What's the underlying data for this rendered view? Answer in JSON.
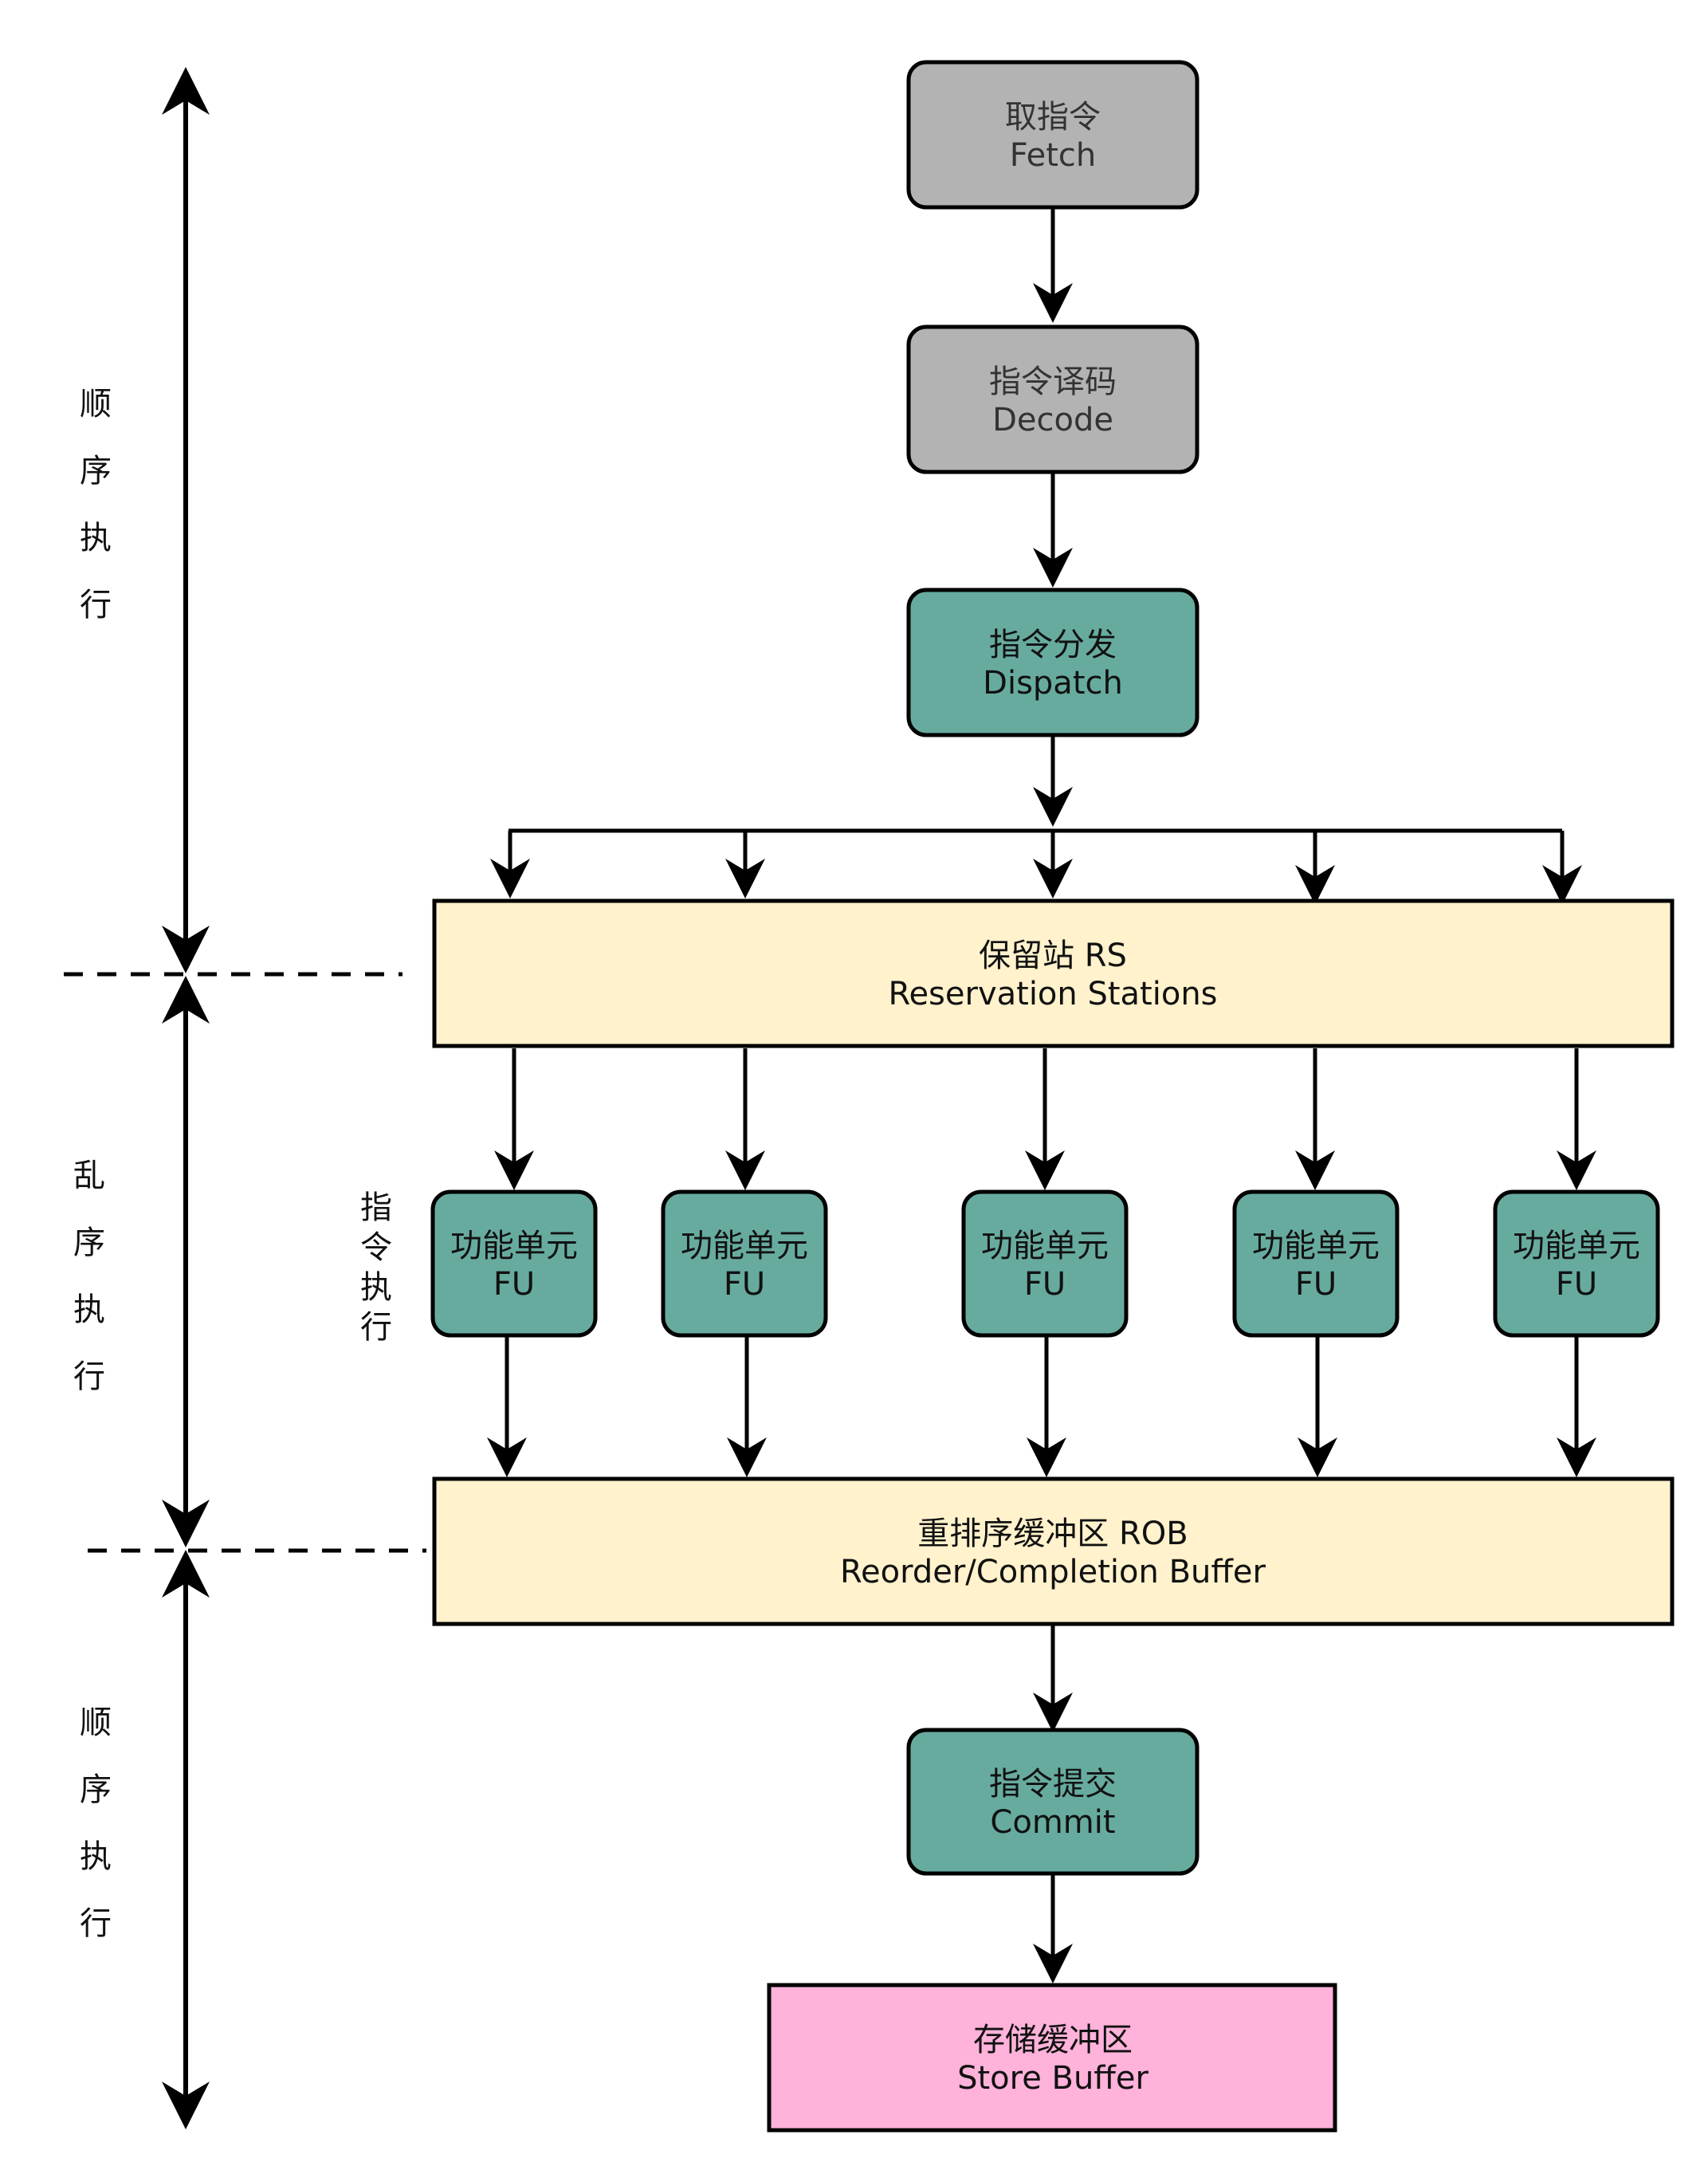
{
  "colors": {
    "grey_box": "#b3b3b3",
    "teal_box": "#67ab9f",
    "yellow_box": "#fff2cc",
    "pink_box": "#ffb2da",
    "stroke": "#000000"
  },
  "pipeline": {
    "fetch": {
      "zh": "取指令",
      "en": "Fetch"
    },
    "decode": {
      "zh": "指令译码",
      "en": "Decode"
    },
    "dispatch": {
      "zh": "指令分发",
      "en": "Dispatch"
    },
    "rs": {
      "zh": "保留站 RS",
      "en": "Reservation Stations"
    },
    "fu": [
      {
        "zh": "功能单元",
        "en": "FU"
      },
      {
        "zh": "功能单元",
        "en": "FU"
      },
      {
        "zh": "功能单元",
        "en": "FU"
      },
      {
        "zh": "功能单元",
        "en": "FU"
      },
      {
        "zh": "功能单元",
        "en": "FU"
      }
    ],
    "rob": {
      "zh": "重排序缓冲区 ROB",
      "en": "Reorder/Completion Buffer"
    },
    "commit": {
      "zh": "指令提交",
      "en": "Commit"
    },
    "store_buffer": {
      "zh": "存储缓冲区",
      "en": "Store Buffer"
    }
  },
  "phases": {
    "top": [
      "顺",
      "序",
      "执",
      "行"
    ],
    "middle": [
      "乱",
      "序",
      "执",
      "行"
    ],
    "bottom": [
      "顺",
      "序",
      "执",
      "行"
    ],
    "fu_exec": [
      "指",
      "令",
      "执",
      "行"
    ]
  }
}
